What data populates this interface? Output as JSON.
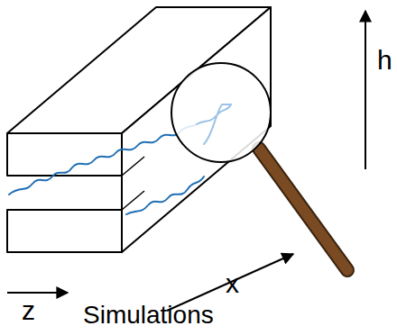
{
  "diagram": {
    "labels": [
      "h",
      "x",
      "z",
      "Simulations"
    ]
  }
}
